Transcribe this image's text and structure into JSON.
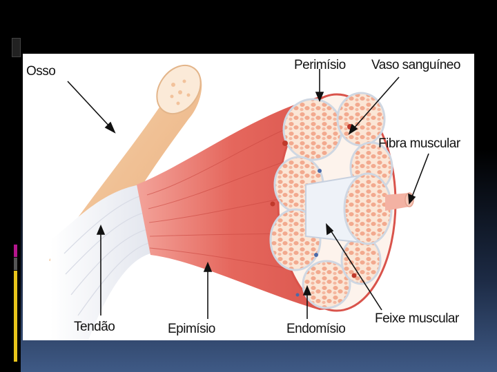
{
  "labels": {
    "osso": "Osso",
    "perimisio": "Perimísio",
    "vaso": "Vaso sanguíneo",
    "fibra": "Fibra muscular",
    "tendao": "Tendão",
    "epimisio": "Epimísio",
    "endomisio": "Endomísio",
    "feixe": "Feixe muscular"
  },
  "colors": {
    "muscle": "#e06c64",
    "bone": "#f3c9a2",
    "tendon": "#f4f4f6",
    "fascicle": "#fbe3d2",
    "accent_magenta": "#b5168d",
    "accent_yellow": "#e9c51b"
  }
}
